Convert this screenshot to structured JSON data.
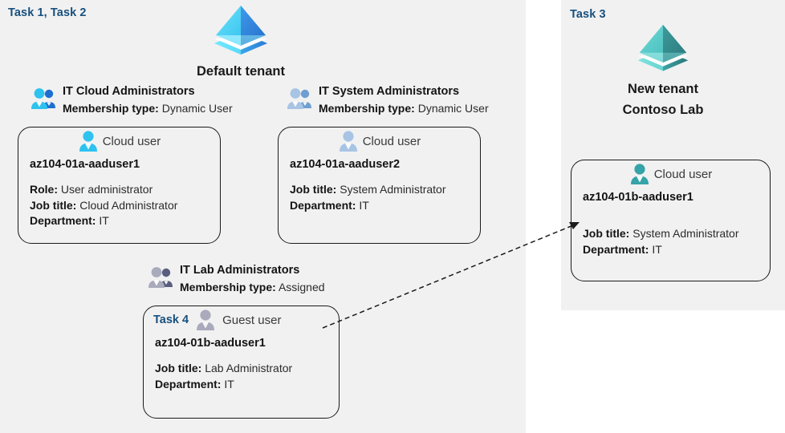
{
  "colors": {
    "panel_bg": "#f1f1f1",
    "page_bg": "#ffffff",
    "task_blue": "#17507e",
    "text_dark": "#141414",
    "text_body": "#2b2b2b",
    "tenant_blue_light": "#50e6ff",
    "tenant_blue_dark": "#2f7fd9",
    "tenant_teal_light": "#5fd3cf",
    "tenant_teal_dark": "#2f8f8c",
    "icon_cyan": "#2ec2ef",
    "icon_steel": "#8fb4dc",
    "icon_gray": "#7c7e99",
    "icon_teal": "#35a3a8",
    "card_border": "#1a1a1a"
  },
  "panels": {
    "left": {
      "task_label": "Task 1, Task 2"
    },
    "right": {
      "task_label": "Task 3"
    }
  },
  "tenants": [
    {
      "id": "default-tenant",
      "icon": "azure-tenant-pyramid-icon",
      "name": "Default tenant",
      "name_line2": ""
    },
    {
      "id": "new-tenant",
      "icon": "azure-tenant-pyramid-icon",
      "name": "New  tenant",
      "name_line2": "Contoso Lab"
    }
  ],
  "groups": [
    {
      "id": "it-cloud-administrators",
      "icon": "group-users-icon",
      "name": "IT Cloud Administrators",
      "membership_label": "Membership type:",
      "membership_value": "Dynamic User"
    },
    {
      "id": "it-system-administrators",
      "icon": "group-users-icon",
      "name": "IT System Administrators",
      "membership_label": "Membership type:",
      "membership_value": "Dynamic User"
    },
    {
      "id": "it-lab-administrators",
      "icon": "group-users-icon",
      "name": "IT Lab Administrators",
      "membership_label": "Membership type:",
      "membership_value": "Assigned"
    }
  ],
  "cards": [
    {
      "id": "az104-01a-aaduser1",
      "task": "",
      "user_icon": "cloud-user-icon",
      "user_type": "Cloud user",
      "upn": "az104-01a-aaduser1",
      "attrs": [
        {
          "label": "Role:",
          "value": "User administrator"
        },
        {
          "label": "Job title:",
          "value": "Cloud Administrator"
        },
        {
          "label": "Department:",
          "value": "IT"
        }
      ]
    },
    {
      "id": "az104-01a-aaduser2",
      "task": "",
      "user_icon": "cloud-user-icon",
      "user_type": "Cloud user",
      "upn": "az104-01a-aaduser2",
      "attrs": [
        {
          "label": "Job title:",
          "value": "System Administrator"
        },
        {
          "label": "Department:",
          "value": "IT"
        }
      ]
    },
    {
      "id": "az104-01b-aaduser1-guest",
      "task": "Task 4",
      "user_icon": "guest-user-icon",
      "user_type": "Guest user",
      "upn": "az104-01b-aaduser1",
      "attrs": [
        {
          "label": "Job title:",
          "value": "Lab Administrator"
        },
        {
          "label": "Department:",
          "value": "IT"
        }
      ]
    },
    {
      "id": "az104-01b-aaduser1-cloud",
      "task": "",
      "user_icon": "cloud-user-icon",
      "user_type": "Cloud user",
      "upn": "az104-01b-aaduser1",
      "attrs": [
        {
          "label": "Job title:",
          "value": "System Administrator"
        },
        {
          "label": "Department:",
          "value": "IT"
        }
      ]
    }
  ],
  "connector": {
    "id": "guest-to-new-tenant-arrow",
    "style": "dashed",
    "from": "az104-01b-aaduser1-guest",
    "to": "az104-01b-aaduser1-cloud"
  }
}
